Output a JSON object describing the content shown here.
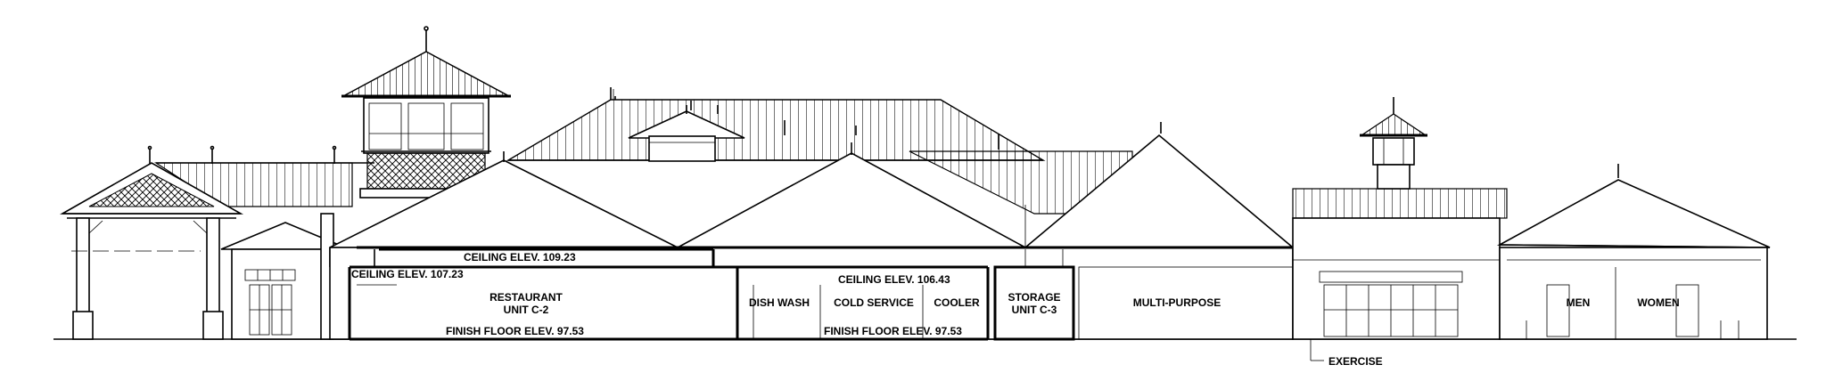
{
  "labels": {
    "ceiling_restaurant_high": "CEILING ELEV. 109.23",
    "ceiling_restaurant_low": "CEILING ELEV. 107.23",
    "restaurant_line1": "RESTAURANT",
    "restaurant_line2": "UNIT C-2",
    "finish_floor_left": "FINISH FLOOR ELEV. 97.53",
    "ceiling_kitchen": "CEILING ELEV. 106.43",
    "dish_wash": "DISH WASH",
    "cold_service": "COLD SERVICE",
    "cooler": "COOLER",
    "finish_floor_right": "FINISH FLOOR ELEV. 97.53",
    "storage_line1": "STORAGE",
    "storage_line2": "UNIT C-3",
    "multi_purpose": "MULTI-PURPOSE",
    "exercise": "EXERCISE",
    "men": "MEN",
    "women": "WOMEN"
  }
}
